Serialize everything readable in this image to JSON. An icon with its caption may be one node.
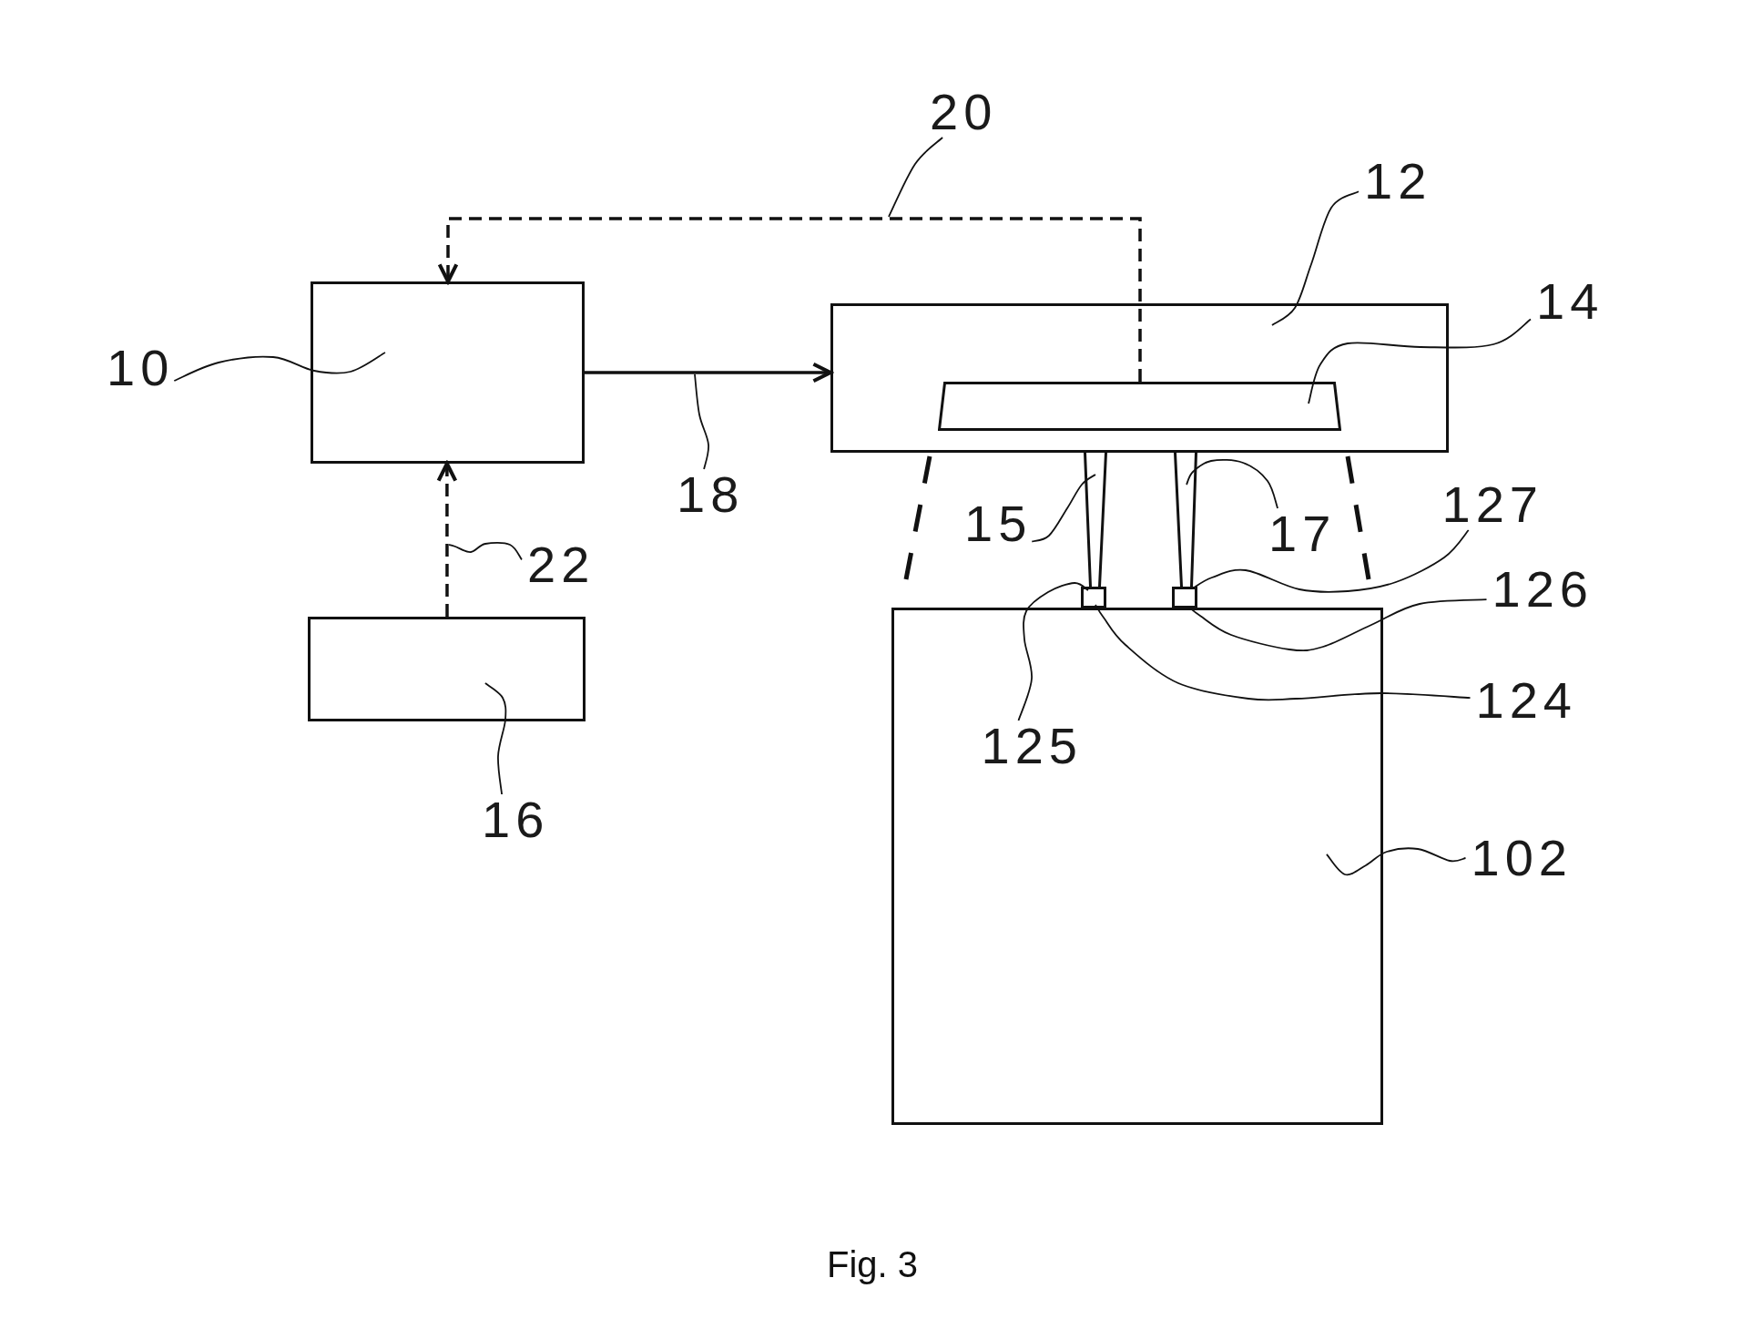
{
  "diagram": {
    "caption": "Fig. 3",
    "nodes": [
      {
        "text": [],
        "shape": "box"
      },
      {
        "text": [],
        "shape": "box"
      },
      {
        "text": [],
        "shape": "box",
        "in": 1
      },
      {
        "text": [],
        "shape": "box"
      },
      {
        "text": [],
        "shape": "bar"
      },
      {
        "text": [],
        "shape": "bar"
      },
      {
        "text": [],
        "shape": "box"
      },
      {
        "text": [],
        "shape": "box"
      },
      {
        "text": [],
        "shape": "box"
      },
      {
        "text": [
          "20"
        ]
      },
      {
        "text": [
          "12"
        ]
      },
      {
        "text": [
          "14"
        ]
      },
      {
        "text": [
          "10"
        ]
      },
      {
        "text": [
          "18"
        ]
      },
      {
        "text": [
          "15"
        ]
      },
      {
        "text": [
          "17"
        ]
      },
      {
        "text": [
          "127"
        ]
      },
      {
        "text": [
          "22"
        ]
      },
      {
        "text": [
          "126"
        ]
      },
      {
        "text": [
          "124"
        ]
      },
      {
        "text": [
          "125"
        ],
        "in": 8
      },
      {
        "text": [
          "16"
        ]
      },
      {
        "text": [
          "102"
        ]
      }
    ],
    "edges": [
      {
        "from": 0,
        "to": 1,
        "arrow": "to"
      },
      {
        "from": 2,
        "to": 0,
        "arrow": "to",
        "style": "dashed"
      },
      {
        "from": 3,
        "to": 0,
        "arrow": "to",
        "style": "dashed"
      },
      {
        "from": 9,
        "to": null,
        "arrow": "none"
      },
      {
        "from": 10,
        "to": 1,
        "arrow": "none"
      },
      {
        "from": 11,
        "to": 2,
        "arrow": "none"
      },
      {
        "from": 12,
        "to": 0,
        "arrow": "none"
      },
      {
        "from": 13,
        "to": null,
        "arrow": "none"
      },
      {
        "from": 14,
        "to": 4,
        "arrow": "none"
      },
      {
        "from": 15,
        "to": 5,
        "arrow": "none"
      },
      {
        "from": 16,
        "to": 7,
        "arrow": "none"
      },
      {
        "from": 17,
        "to": null,
        "arrow": "none"
      },
      {
        "from": 18,
        "to": 7,
        "arrow": "none"
      },
      {
        "from": 19,
        "to": 6,
        "arrow": "none"
      },
      {
        "from": 20,
        "to": 6,
        "arrow": "none"
      },
      {
        "from": 21,
        "to": 3,
        "arrow": "none"
      },
      {
        "from": 22,
        "to": 8,
        "arrow": "none"
      }
    ]
  }
}
